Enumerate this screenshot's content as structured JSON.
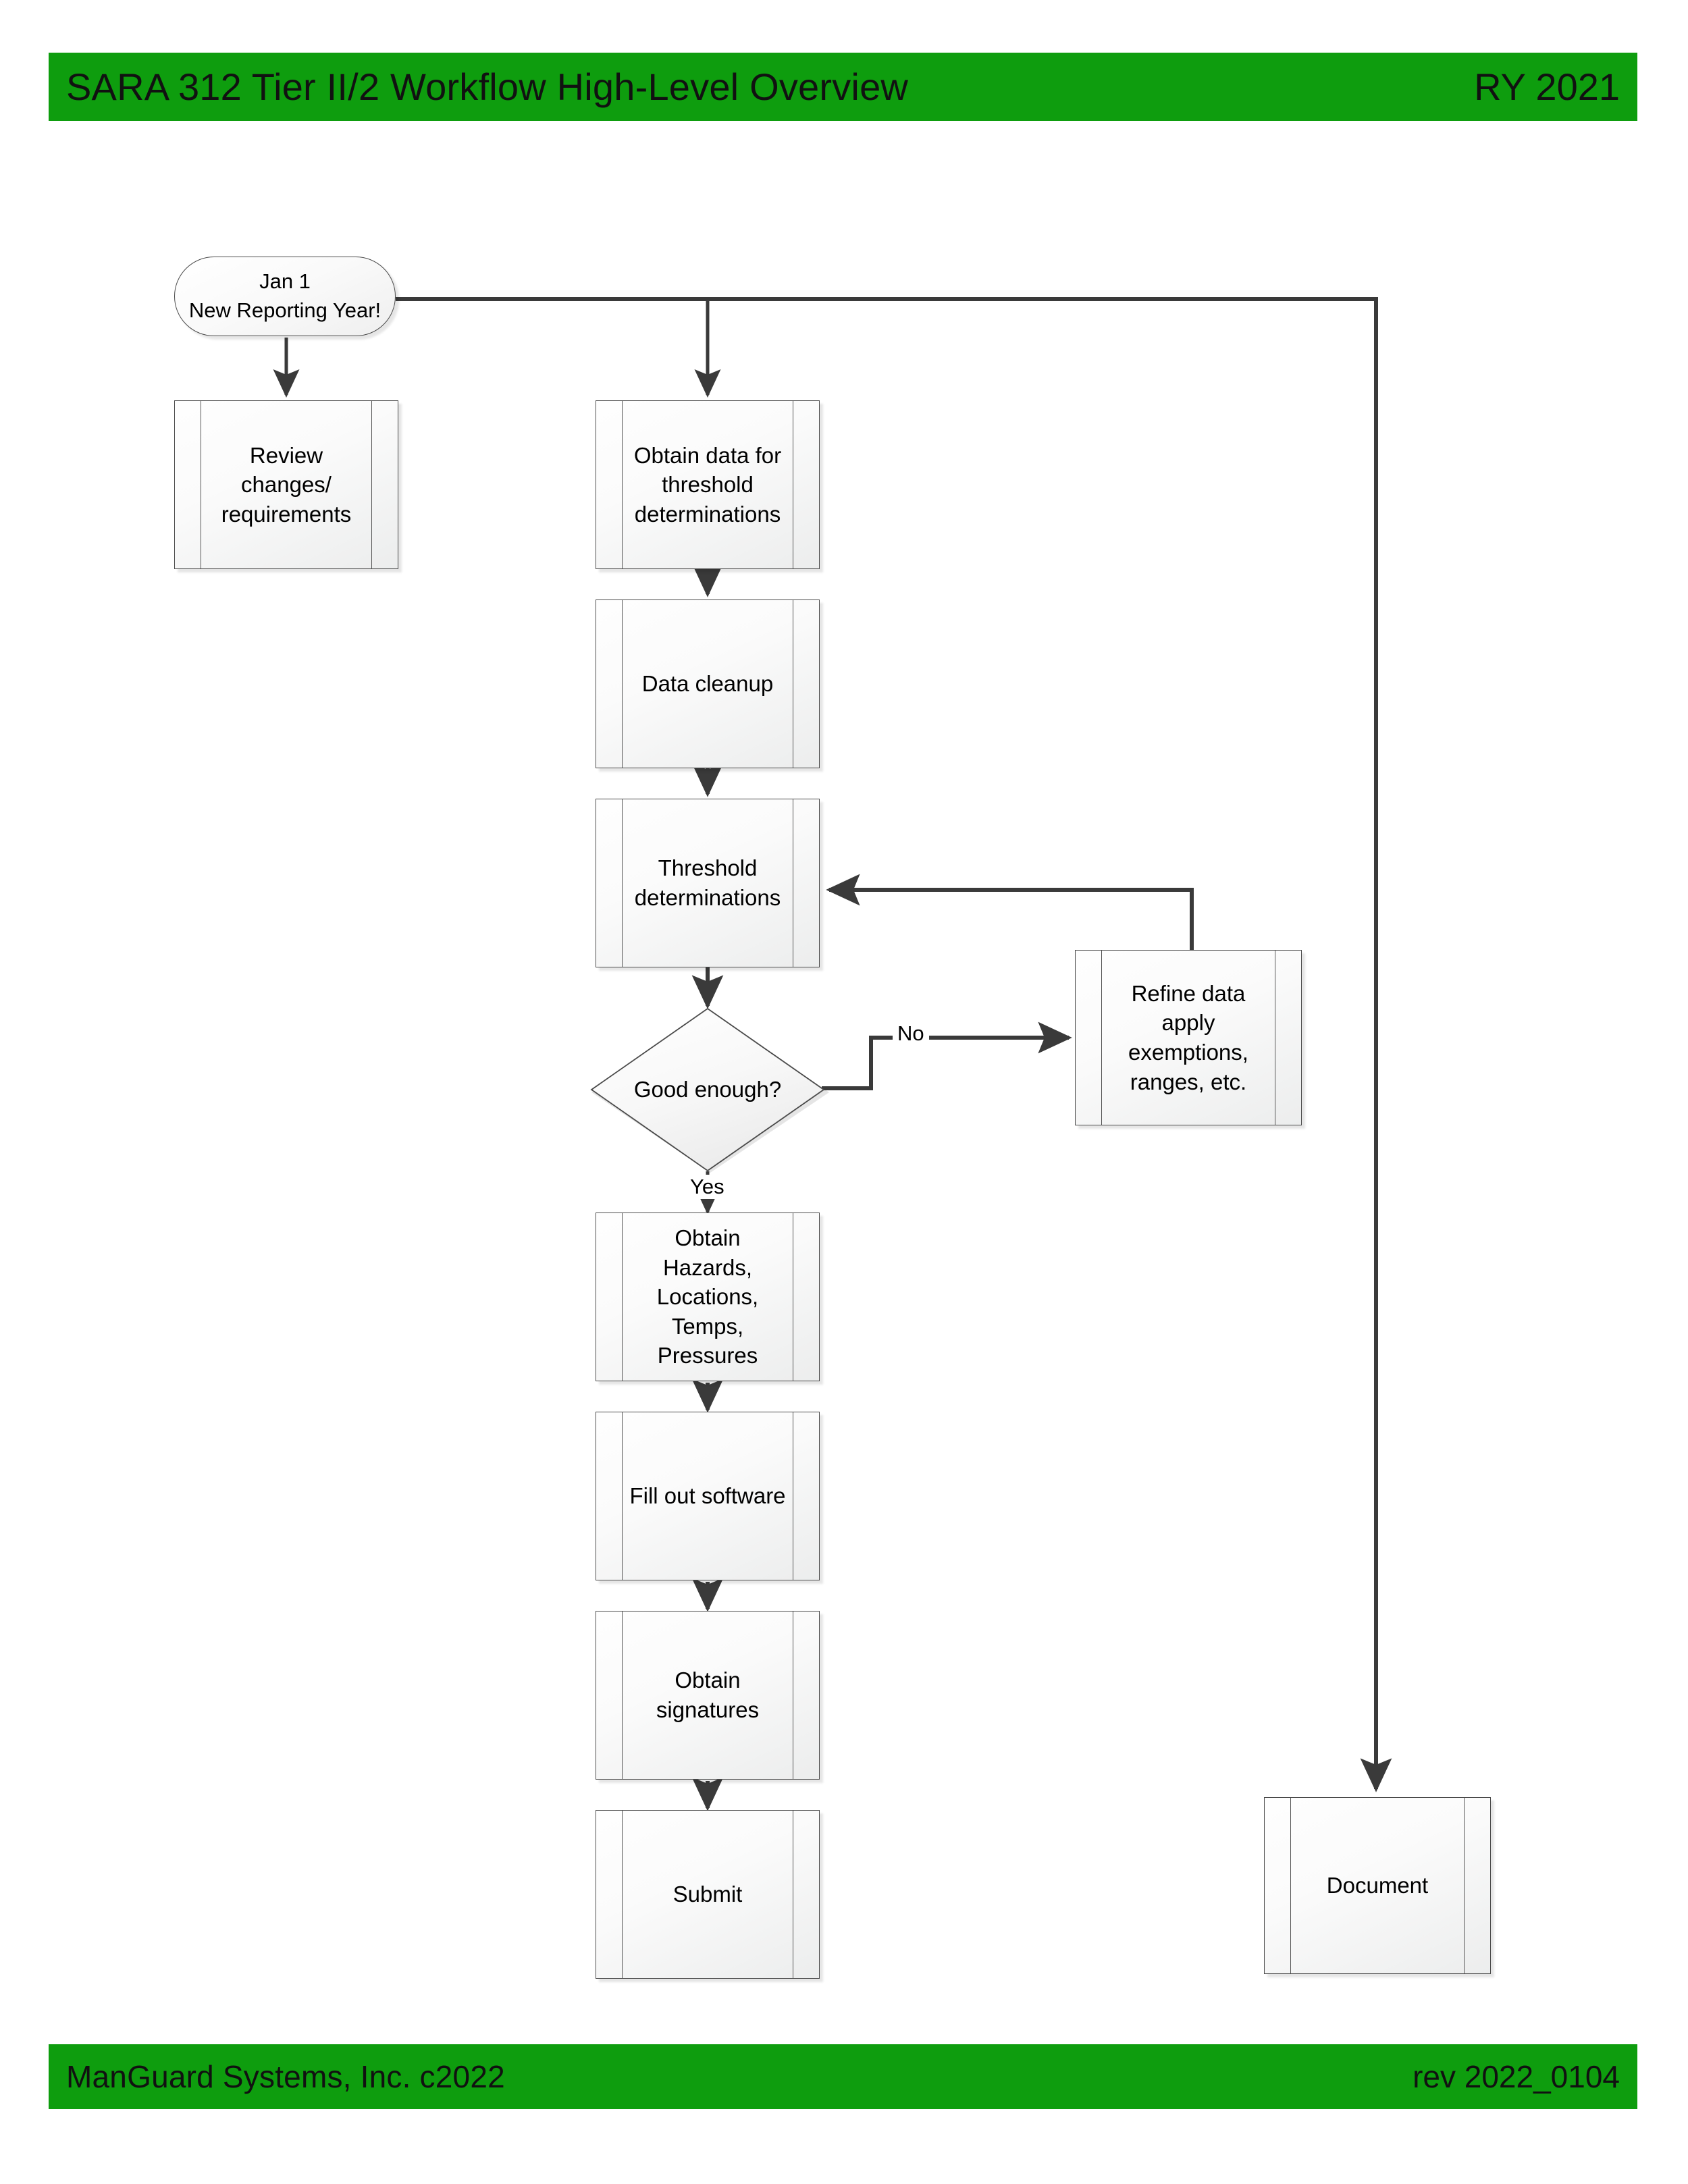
{
  "header": {
    "title": "SARA 312 Tier II/2 Workflow High-Level Overview",
    "reporting_year": "RY 2021",
    "background_color": "#0E9D0E"
  },
  "footer": {
    "company": "ManGuard Systems, Inc. c2022",
    "revision": "rev 2022_0104",
    "background_color": "#0E9D0E"
  },
  "chart_data": {
    "type": "diagram",
    "diagram_type": "flowchart",
    "title": "SARA 312 Tier II/2 Workflow High-Level Overview",
    "nodes": [
      {
        "id": "start",
        "shape": "terminator",
        "label": "Jan 1\nNew Reporting Year!"
      },
      {
        "id": "review",
        "shape": "predefined-process",
        "label": "Review changes/\nrequirements"
      },
      {
        "id": "obtain_data",
        "shape": "predefined-process",
        "label": "Obtain data for\nthreshold\ndeterminations"
      },
      {
        "id": "cleanup",
        "shape": "predefined-process",
        "label": "Data cleanup"
      },
      {
        "id": "threshold",
        "shape": "predefined-process",
        "label": "Threshold\ndeterminations"
      },
      {
        "id": "good_enough",
        "shape": "decision",
        "label": "Good enough?"
      },
      {
        "id": "refine",
        "shape": "predefined-process",
        "label": "Refine data apply\nexemptions,\nranges, etc."
      },
      {
        "id": "hazards",
        "shape": "predefined-process",
        "label": "Obtain Hazards,\nLocations, Temps,\nPressures"
      },
      {
        "id": "fill_software",
        "shape": "predefined-process",
        "label": "Fill out software"
      },
      {
        "id": "signatures",
        "shape": "predefined-process",
        "label": "Obtain signatures"
      },
      {
        "id": "submit",
        "shape": "predefined-process",
        "label": "Submit"
      },
      {
        "id": "document",
        "shape": "predefined-process",
        "label": "Document"
      }
    ],
    "edges": [
      {
        "from": "start",
        "to": "review",
        "label": ""
      },
      {
        "from": "start",
        "to": "obtain_data",
        "label": ""
      },
      {
        "from": "start",
        "to": "document",
        "label": ""
      },
      {
        "from": "obtain_data",
        "to": "cleanup",
        "label": ""
      },
      {
        "from": "cleanup",
        "to": "threshold",
        "label": ""
      },
      {
        "from": "threshold",
        "to": "good_enough",
        "label": ""
      },
      {
        "from": "good_enough",
        "to": "refine",
        "label": "No"
      },
      {
        "from": "refine",
        "to": "threshold",
        "label": ""
      },
      {
        "from": "good_enough",
        "to": "hazards",
        "label": "Yes"
      },
      {
        "from": "hazards",
        "to": "fill_software",
        "label": ""
      },
      {
        "from": "fill_software",
        "to": "signatures",
        "label": ""
      },
      {
        "from": "signatures",
        "to": "submit",
        "label": ""
      }
    ],
    "edge_labels": {
      "no": "No",
      "yes": "Yes"
    }
  },
  "nodes": {
    "start": "Jan 1\nNew Reporting Year!",
    "review": "Review changes/\nrequirements",
    "obtain_data": "Obtain data for\nthreshold\ndeterminations",
    "cleanup": "Data cleanup",
    "threshold": "Threshold\ndeterminations",
    "good_enough": "Good enough?",
    "refine": "Refine data apply\nexemptions,\nranges, etc.",
    "hazards": "Obtain Hazards,\nLocations, Temps,\nPressures",
    "fill_software": "Fill out software",
    "signatures": "Obtain signatures",
    "submit": "Submit",
    "document": "Document"
  },
  "labels": {
    "no": "No",
    "yes": "Yes"
  }
}
